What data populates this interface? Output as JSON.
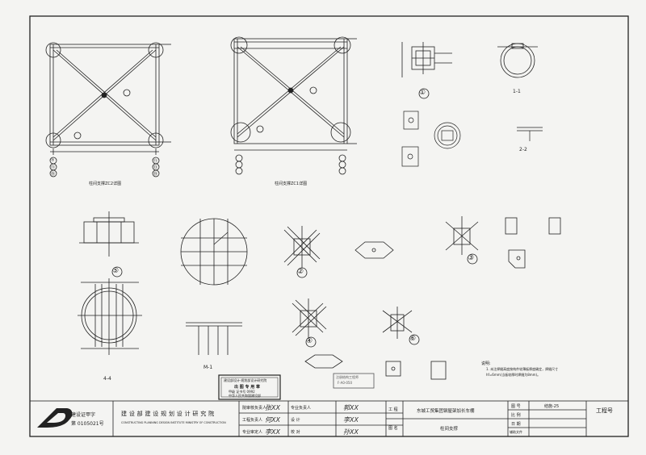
{
  "drawing_titles": {
    "zc2": "柱间支撑ZC2详图",
    "zc1": "柱间支撑ZC1详图",
    "m1": "M-1",
    "sec_1_1": "1-1",
    "sec_2_2": "2-2",
    "sec_4_4": "4-4"
  },
  "detail_numbers": [
    "①",
    "②",
    "③",
    "④",
    "⑤",
    "⑥"
  ],
  "axis_labels_left": [
    "⑦",
    "⑪",
    "⑲"
  ],
  "axis_labels_right": [
    "⑪",
    "⑬",
    "⑲"
  ],
  "notes": {
    "title": "说明:",
    "line1": "1. 未注焊缝高度按构件较薄板厚度确定，焊缝尺寸",
    "line2": "hf=6mm(当板较厚时焊缝为8mm)。"
  },
  "stamps": {
    "main": {
      "line1": "建设部设计·规划部设计研究院",
      "line2": "出 图 专 用 章",
      "line3": "甲级 证书号 0992",
      "line4": "中华人民共和国建设部"
    },
    "small": {
      "line1": "注册结构工程师",
      "line2": "F-A0-050"
    }
  },
  "title_block": {
    "cert_label": "建设证甲字",
    "cert_number": "第 0105021号",
    "institute_cn": "建 设 部 建 设 规 划 设 计 研 究 院",
    "institute_en": "CONSTRUCTING PLANNING DESIGN INSTITUTE MINISTRY OF CONSTRUCTION",
    "roles": [
      "院审核负责人",
      "工程负责人",
      "专业审定人",
      "专业负责人",
      "设 计",
      "校 对"
    ],
    "signatures": [
      "张XX",
      "何XX",
      "李XX",
      "郭XX",
      "李XX",
      "孙XX"
    ],
    "project_label": "工 程",
    "drawing_label": "图 名",
    "project_name": "东城工贸集团钢屋架加长车棚",
    "drawing_name": "柱间支撑",
    "meta_labels": [
      "图 号",
      "比 例",
      "日 期",
      "辅助文件"
    ],
    "drawing_no": "结施-25",
    "project_no_label": "工程号"
  }
}
